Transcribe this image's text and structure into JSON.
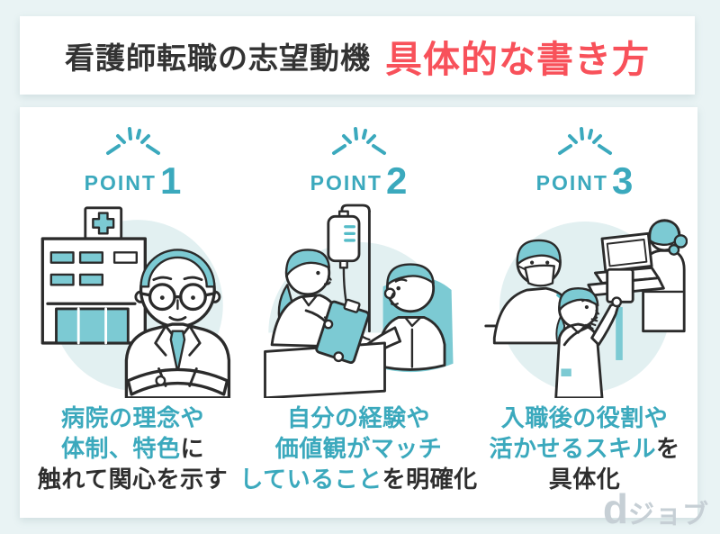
{
  "header": {
    "title_dark": "看護師転職の志望動機",
    "title_red": "具体的な書き方"
  },
  "points": [
    {
      "label": "POINT",
      "number": "1",
      "illustration": "doctor-with-hospital",
      "caption_lines": [
        [
          {
            "t": "病院の理念や",
            "c": "teal"
          }
        ],
        [
          {
            "t": "体制、特色",
            "c": "teal"
          },
          {
            "t": "に",
            "c": "dark"
          }
        ],
        [
          {
            "t": "触れて関心を示す",
            "c": "dark"
          }
        ]
      ]
    },
    {
      "label": "POINT",
      "number": "2",
      "illustration": "nurse-interviewing-patient",
      "caption_lines": [
        [
          {
            "t": "自分の経験や",
            "c": "teal"
          }
        ],
        [
          {
            "t": "価値観がマッチ",
            "c": "teal"
          }
        ],
        [
          {
            "t": "していること",
            "c": "teal"
          },
          {
            "t": "を明確化",
            "c": "dark"
          }
        ]
      ]
    },
    {
      "label": "POINT",
      "number": "3",
      "illustration": "nurses-operating-equipment",
      "caption_lines": [
        [
          {
            "t": "入職後の役割や",
            "c": "teal"
          }
        ],
        [
          {
            "t": "活かせるスキル",
            "c": "teal"
          },
          {
            "t": "を",
            "c": "dark"
          }
        ],
        [
          {
            "t": "具体化",
            "c": "dark"
          }
        ]
      ]
    }
  ],
  "logo": {
    "d": "d",
    "name": "ジョブ"
  },
  "colors": {
    "page_bg": "#e9f3f4",
    "card_bg": "#ffffff",
    "title_dark": "#333333",
    "title_red": "#f8515a",
    "teal_accent": "#3BA9BD",
    "caption_dark": "#2e2e2e",
    "illustration_line": "#2b2b2b",
    "illustration_teal": "#7ccad3",
    "illustration_teal_strong": "#55bcc8",
    "illustration_circle_bg": "#e2f0f1",
    "logo_gray": "#c6cfd5"
  }
}
